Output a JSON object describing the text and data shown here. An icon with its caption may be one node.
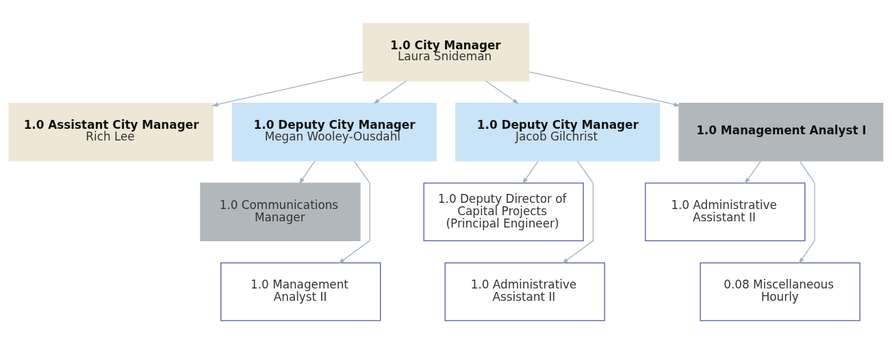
{
  "diagram": {
    "nodes": [
      {
        "text": [
          "1.0 City Manager",
          "Laura Snideman"
        ]
      },
      {
        "text": [
          "1.0 Assistant City Manager",
          "Rich Lee"
        ]
      },
      {
        "text": [
          "1.0 Deputy City Manager",
          "Megan Wooley-Ousdahl"
        ]
      },
      {
        "text": [
          "1.0 Deputy City Manager",
          "Jacob Gilchrist"
        ]
      },
      {
        "text": [
          "1.0 Management Analyst I"
        ]
      },
      {
        "text": [
          "1.0 Communications Manager"
        ]
      },
      {
        "text": [
          "1.0 Management Analyst II"
        ]
      },
      {
        "text": [
          "1.0 Deputy Director of Capital Projects (Principal Engineer)"
        ]
      },
      {
        "text": [
          "1.0 Administrative Assistant II"
        ]
      },
      {
        "text": [
          "1.0 Administrative Assistant II"
        ]
      },
      {
        "text": [
          "0.08 Miscellaneous Hourly"
        ]
      }
    ],
    "edges": [
      {
        "from": 0,
        "to": 1,
        "arrow": "to"
      },
      {
        "from": 0,
        "to": 2,
        "arrow": "to"
      },
      {
        "from": 0,
        "to": 3,
        "arrow": "to"
      },
      {
        "from": 0,
        "to": 4,
        "arrow": "to"
      },
      {
        "from": 2,
        "to": 5,
        "arrow": "to"
      },
      {
        "from": 2,
        "to": 6,
        "arrow": "to"
      },
      {
        "from": 3,
        "to": 7,
        "arrow": "to"
      },
      {
        "from": 3,
        "to": 8,
        "arrow": "to"
      },
      {
        "from": 4,
        "to": 9,
        "arrow": "to"
      },
      {
        "from": 4,
        "to": 10,
        "arrow": "to"
      }
    ]
  }
}
